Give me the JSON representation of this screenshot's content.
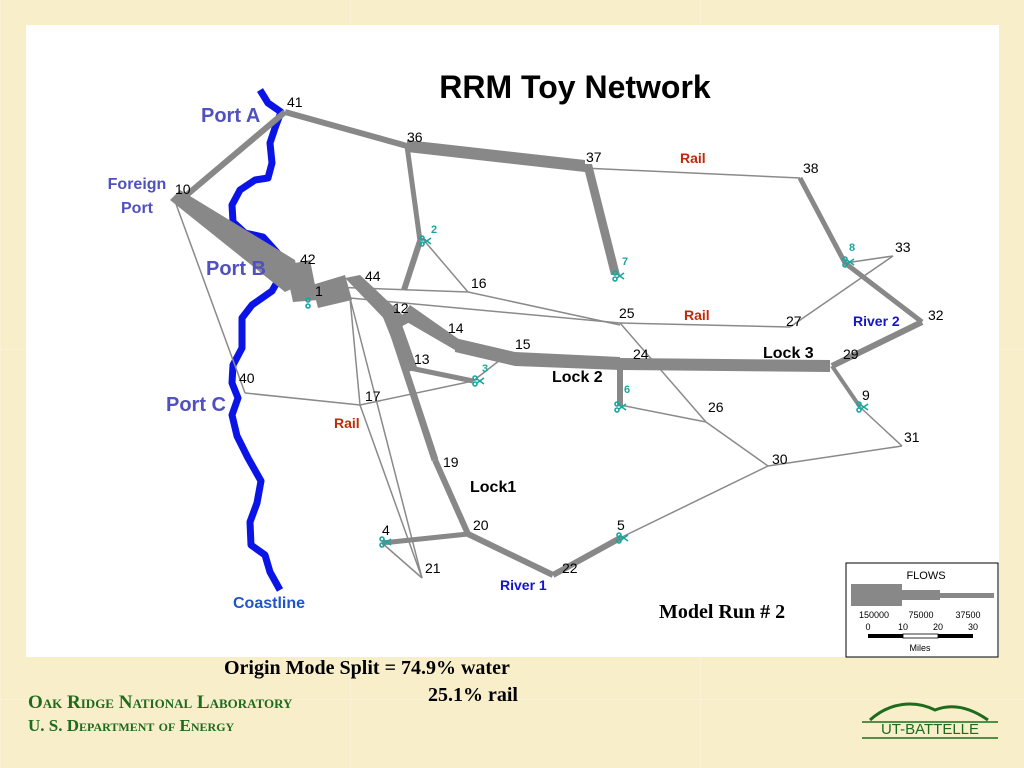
{
  "title": "RRM Toy Network",
  "labels": {
    "port_a": "Port A",
    "foreign_port_1": "Foreign",
    "foreign_port_2": "Port",
    "port_b": "Port B",
    "port_c": "Port C",
    "coastline": "Coastline",
    "river1": "River 1",
    "river2": "River 2",
    "rail_top": "Rail",
    "rail_mid": "Rail",
    "rail_left": "Rail",
    "lock1": "Lock1",
    "lock2": "Lock 2",
    "lock3": "Lock 3"
  },
  "nodes": [
    "41",
    "36",
    "37",
    "38",
    "10",
    "42",
    "44",
    "1",
    "12",
    "16",
    "25",
    "27",
    "33",
    "32",
    "14",
    "15",
    "24",
    "29",
    "13",
    "40",
    "17",
    "26",
    "9",
    "31",
    "19",
    "30",
    "20",
    "5",
    "4",
    "21",
    "22"
  ],
  "lock_numbers": [
    "2",
    "7",
    "8",
    "3",
    "6",
    "9",
    "5",
    "4"
  ],
  "model_run": "Model Run # 2",
  "legend": {
    "title": "FLOWS",
    "flow_values": [
      "150000",
      "75000",
      "37500"
    ],
    "mile_ticks": [
      "0",
      "10",
      "20",
      "30"
    ],
    "miles_label": "Miles"
  },
  "origin_split": {
    "line1": "Origin Mode Split = 74.9% water",
    "line2": "25.1% rail"
  },
  "footer": {
    "lab": "Oak Ridge National Laboratory",
    "dept": "U. S. Department of Energy",
    "logo_text": "UT-BATTELLE"
  },
  "colors": {
    "background": "#f8efca",
    "river": "#0a14e6",
    "link": "#888888",
    "footer_green": "#1e6b1e",
    "lock_teal": "#1aa6a0"
  }
}
